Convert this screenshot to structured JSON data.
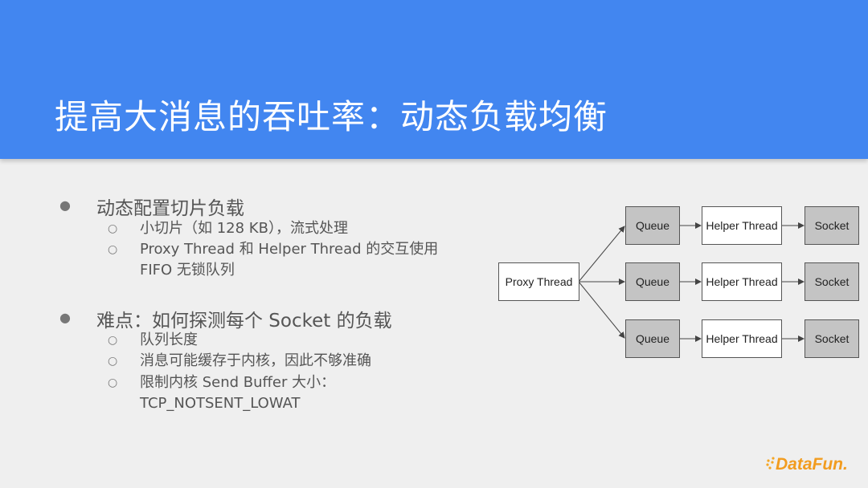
{
  "slide": {
    "title": "提高大消息的吞吐率：动态负载均衡"
  },
  "bullets": [
    {
      "text": "动态配置切片负载",
      "subs": [
        "小切片（如 128 KB），流式处理",
        "Proxy Thread 和 Helper Thread 的交互使用 FIFO 无锁队列"
      ]
    },
    {
      "text": "难点：如何探测每个 Socket 的负载",
      "subs": [
        "队列长度",
        "消息可能缓存于内核，因此不够准确",
        "限制内核 Send Buffer 大小：TCP_NOTSENT_LOWAT"
      ]
    }
  ],
  "diagram": {
    "proxy": "Proxy Thread",
    "rows": [
      {
        "queue": "Queue",
        "helper": "Helper Thread",
        "socket": "Socket"
      },
      {
        "queue": "Queue",
        "helper": "Helper Thread",
        "socket": "Socket"
      },
      {
        "queue": "Queue",
        "helper": "Helper Thread",
        "socket": "Socket"
      }
    ]
  },
  "logo": {
    "text": "DataFun.",
    "color_accent": "#f5a623",
    "color_main": "#f29c1f"
  }
}
